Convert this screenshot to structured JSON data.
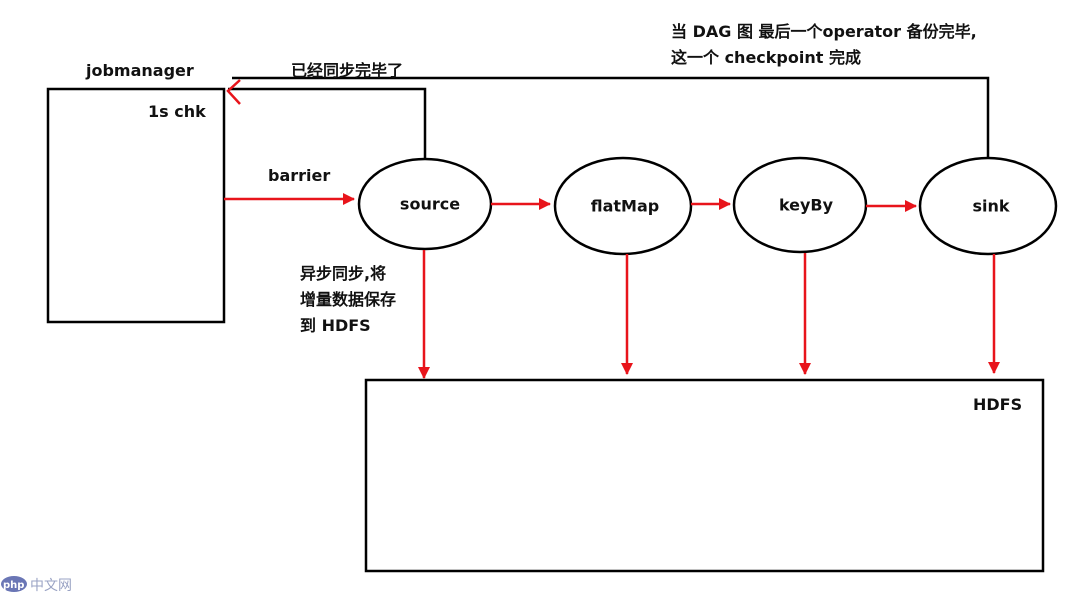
{
  "jobmanager": {
    "title": "jobmanager",
    "chk_label": "1s chk"
  },
  "labels": {
    "barrier": "barrier",
    "synced": "已经同步完毕了",
    "dag_note_line1": "当 DAG 图 最后一个operator 备份完毕,",
    "dag_note_line2": "这一个 checkpoint 完成",
    "async_line1": "异步同步,将",
    "async_line2": "增量数据保存",
    "async_line3": "到 HDFS"
  },
  "operators": [
    "source",
    "flatMap",
    "keyBy",
    "sink"
  ],
  "hdfs": {
    "label": "HDFS"
  },
  "watermark": {
    "brand": "php",
    "text": "中文网"
  },
  "colors": {
    "arrow": "#e8141b",
    "line": "#000000"
  }
}
